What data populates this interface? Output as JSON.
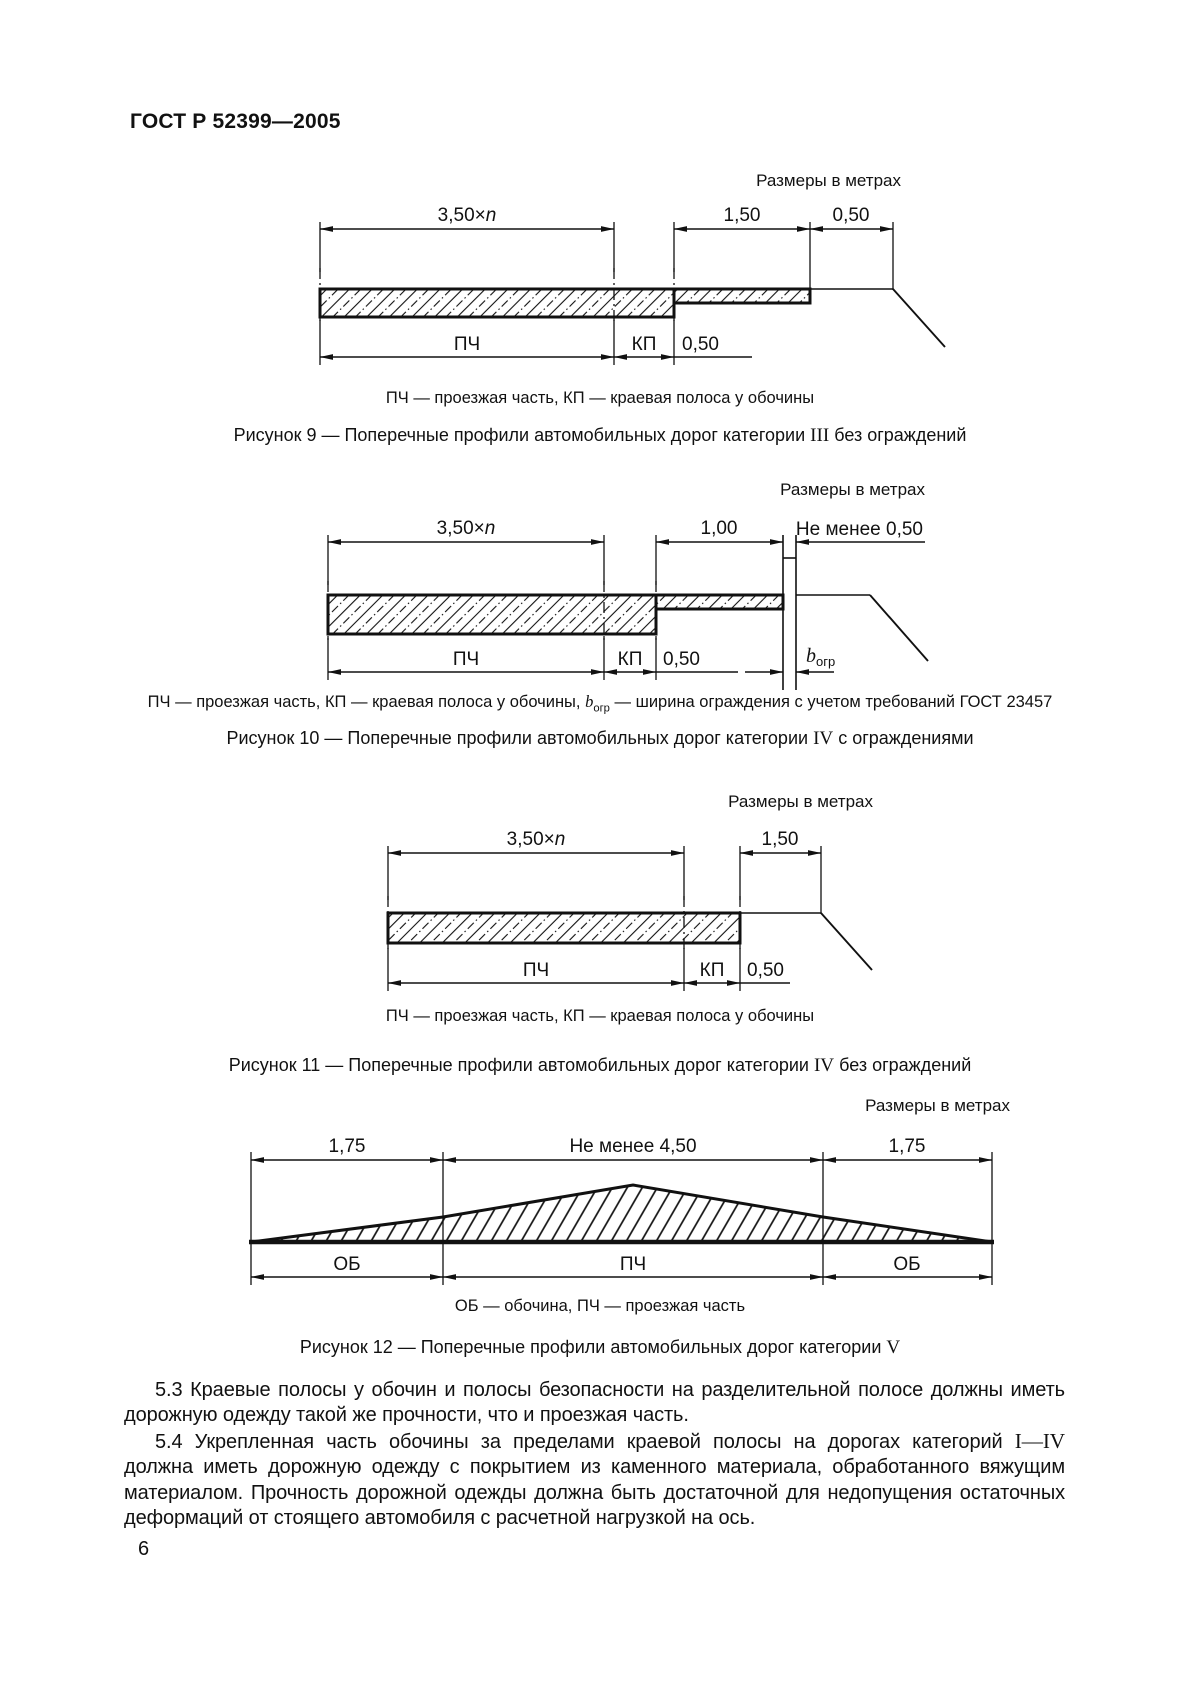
{
  "header": {
    "title": "ГОСТ Р 52399—2005"
  },
  "units_note": "Размеры в метрах",
  "fig9": {
    "dim_lanes_prefix": "3,50×",
    "dim_lanes_var": "n",
    "dim_shoulder": "1,50",
    "dim_edge": "0,50",
    "label_pch": "ПЧ",
    "label_kp": "КП",
    "label_offset": "0,50",
    "legend": "ПЧ — проезжая часть, КП — краевая полоса у обочины",
    "caption_pre": "Рисунок 9 — Поперечные профили автомобильных дорог категории ",
    "caption_roman": "III",
    "caption_post": " без ограждений"
  },
  "fig10": {
    "dim_lanes_prefix": "3,50×",
    "dim_lanes_var": "n",
    "dim_strip": "1,00",
    "dim_barrier": "Не менее 0,50",
    "label_pch": "ПЧ",
    "label_kp": "КП",
    "label_offset": "0,50",
    "label_b": "b",
    "label_b_sub": "огр",
    "legend_part1": "ПЧ — проезжая часть, КП — краевая полоса у обочины, ",
    "legend_b": "b",
    "legend_b_sub": "огр",
    "legend_part2": " — ширина ограждения с учетом требований ГОСТ 23457",
    "caption_pre": "Рисунок 10 — Поперечные профили автомобильных дорог категории ",
    "caption_roman": "IV",
    "caption_post": " с ограждениями"
  },
  "fig11": {
    "dim_lanes_prefix": "3,50×",
    "dim_lanes_var": "n",
    "dim_shoulder": "1,50",
    "label_pch": "ПЧ",
    "label_kp": "КП",
    "label_offset": "0,50",
    "legend": "ПЧ — проезжая часть, КП — краевая полоса у обочины",
    "caption_pre": "Рисунок 11 — Поперечные профили автомобильных дорог категории ",
    "caption_roman": "IV",
    "caption_post": " без ограждений"
  },
  "fig12": {
    "dim_left": "1,75",
    "dim_middle": "Не менее 4,50",
    "dim_right": "1,75",
    "label_ob_left": "ОБ",
    "label_pch": "ПЧ",
    "label_ob_right": "ОБ",
    "legend": "ОБ — обочина, ПЧ — проезжая часть",
    "caption_pre": "Рисунок 12 — Поперечные профили автомобильных дорог категории ",
    "caption_roman": "V",
    "caption_post": ""
  },
  "paragraphs": {
    "p53": "5.3  Краевые полосы у обочин и полосы безопасности на разделительной полосе должны иметь дорожную одежду такой же прочности, что и проезжая часть.",
    "p54_pre": "5.4  Укрепленная часть обочины за пределами краевой полосы на дорогах категорий ",
    "p54_roman": "I—IV",
    "p54_post": " должна иметь дорожную одежду с покрытием из каменного материала, обработанного вяжущим материалом. Прочность дорожной одежды должна быть достаточной для недопущения остаточных деформаций от стоящего автомобиля с расчетной нагрузкой на ось."
  },
  "page_number": "6"
}
